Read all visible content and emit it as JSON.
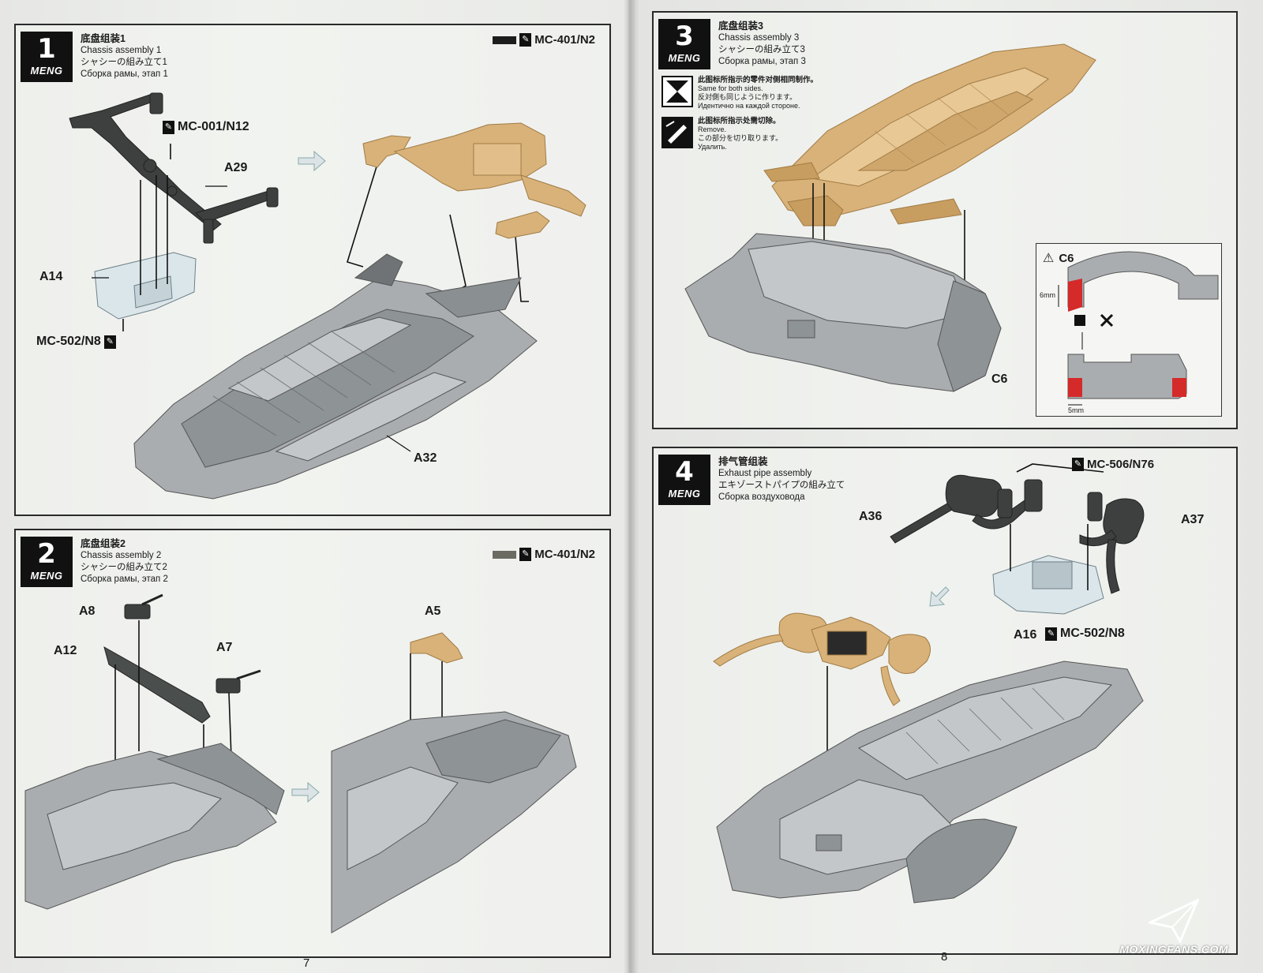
{
  "brand": "MENG",
  "left_page_number": "7",
  "right_page_number": "8",
  "watermark": "MOXINGFANS.COM",
  "steps": [
    {
      "number": "1",
      "title_zh": "底盘组装1",
      "title_en": "Chassis assembly 1",
      "title_ja": "シャシーの組み立て1",
      "title_ru": "Сборка рамы, этап 1",
      "paint_ref": "MC-401/N2",
      "paint_color": "#1c1c1c",
      "callouts": [
        "MC-001/N12",
        "A29",
        "A14",
        "MC-502/N8",
        "A32"
      ]
    },
    {
      "number": "2",
      "title_zh": "底盘组装2",
      "title_en": "Chassis assembly 2",
      "title_ja": "シャシーの組み立て2",
      "title_ru": "Сборка рамы, этап 2",
      "paint_ref": "MC-401/N2",
      "paint_color": "#6b6b62",
      "callouts": [
        "A8",
        "A12",
        "A7",
        "A5"
      ]
    },
    {
      "number": "3",
      "title_zh": "底盘组装3",
      "title_en": "Chassis assembly 3",
      "title_ja": "シャシーの組み立て3",
      "title_ru": "Сборка рамы, этап 3",
      "callouts": [
        "C6"
      ],
      "legend": [
        {
          "icon": "both-sides-icon",
          "zh": "此图标所指示的零件对侧相同制作。",
          "en": "Same for both sides.",
          "ja": "反対側も同じように作ります。",
          "ru": "Идентично на каждой стороне."
        },
        {
          "icon": "cut-off-icon",
          "zh": "此图标所指示处需切除。",
          "en": "Remove.",
          "ja": "この部分を切り取ります。",
          "ru": "Удалить."
        }
      ],
      "detail": {
        "part": "C6",
        "dim_height": "6mm",
        "dim_width": "5mm",
        "highlight_color": "#d42a2a"
      }
    },
    {
      "number": "4",
      "title_zh": "排气管组装",
      "title_en": "Exhaust pipe assembly",
      "title_ja": "エキゾーストパイプの組み立て",
      "title_ru": "Сборка воздуховода",
      "paint_ref": "MC-506/N76",
      "callouts": [
        "A36",
        "A37",
        "A16",
        "MC-502/N8"
      ]
    }
  ],
  "colors": {
    "chassis_grey": "#9ea3a6",
    "part_tan": "#d9b27a",
    "highlight_blue": "#dbe6ea",
    "dark_part": "#3d403f"
  }
}
